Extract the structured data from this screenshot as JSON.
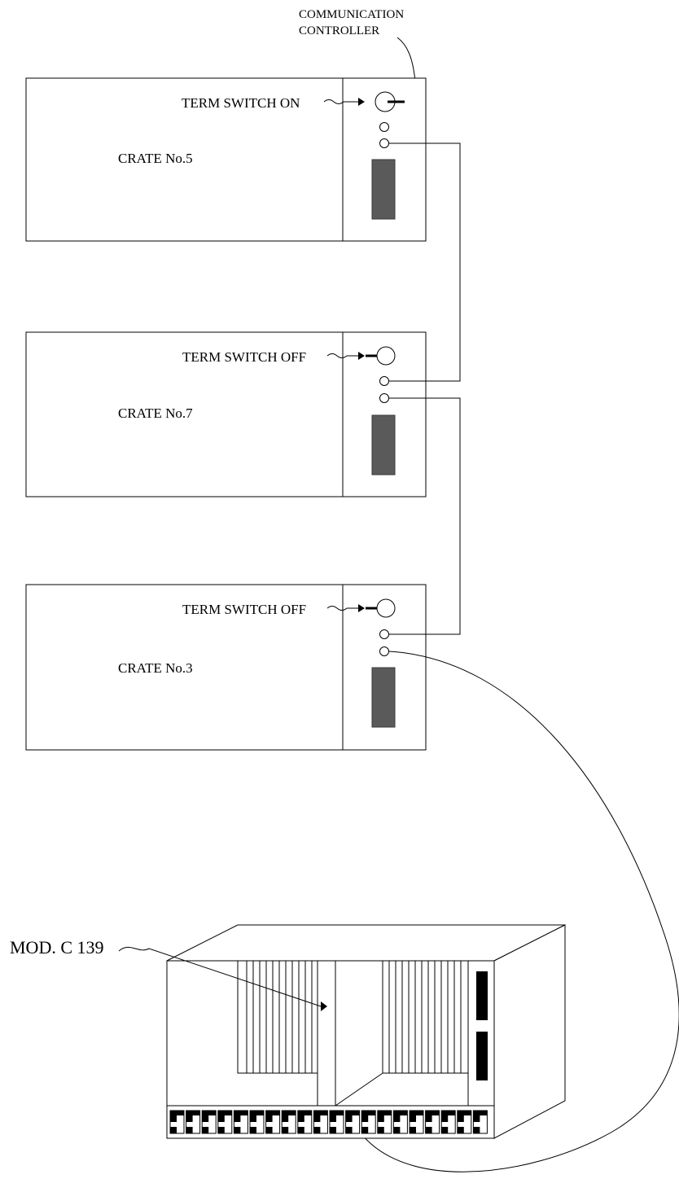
{
  "header": {
    "controller_label_line1": "COMMUNICATION",
    "controller_label_line2": "CONTROLLER"
  },
  "crates": [
    {
      "name": "CRATE No.5",
      "switch_label": "TERM SWITCH ON",
      "switch_state": "on"
    },
    {
      "name": "CRATE No.7",
      "switch_label": "TERM SWITCH OFF",
      "switch_state": "off"
    },
    {
      "name": "CRATE No.3",
      "switch_label": "TERM SWITCH OFF",
      "switch_state": "off"
    }
  ],
  "module": {
    "label": "MOD. C 139"
  },
  "colors": {
    "line": "#000000",
    "slot_fill": "#5a5a5a",
    "background": "#ffffff"
  }
}
